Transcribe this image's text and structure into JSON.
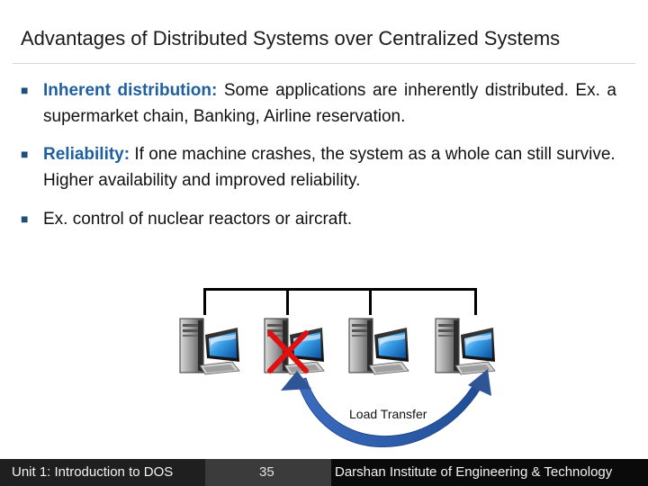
{
  "slide": {
    "title": "Advantages of Distributed Systems over Centralized Systems",
    "bullets": [
      {
        "keyword": "Inherent distribution:",
        "text": " Some applications are inherently distributed. Ex. a supermarket chain, Banking, Airline reservation."
      },
      {
        "keyword": "Reliability:",
        "text": " If one machine crashes, the system as a whole can still survive. Higher availability and improved reliability."
      },
      {
        "keyword": "",
        "text": "Ex. control of nuclear reactors or aircraft."
      }
    ],
    "bullet_icon": "square-bullet-icon"
  },
  "diagram": {
    "computers": 4,
    "failed_index": 1,
    "load_transfer_label": "Load Transfer",
    "accent_color": "#2f5597"
  },
  "footer": {
    "unit": "Unit 1: Introduction to DOS",
    "page": "35",
    "institute": "Darshan Institute of Engineering & Technology"
  }
}
